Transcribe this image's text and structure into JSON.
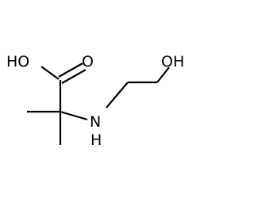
{
  "molecule": {
    "atoms": [
      {
        "id": "o1",
        "label": "HO"
      },
      {
        "id": "o2",
        "label": "O"
      },
      {
        "id": "n1",
        "label": "N"
      },
      {
        "id": "h1",
        "label": "H"
      },
      {
        "id": "o3",
        "label": "OH"
      }
    ]
  }
}
